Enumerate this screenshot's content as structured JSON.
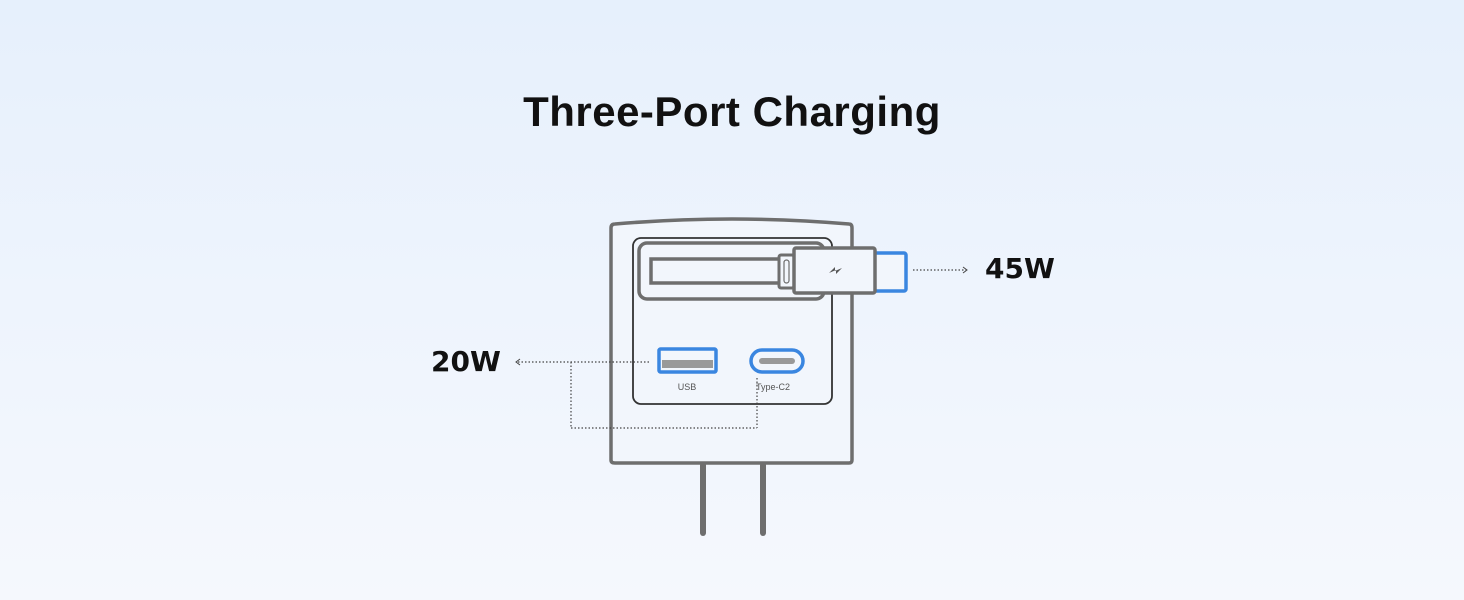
{
  "title": "Three-Port Charging",
  "ports": [
    {
      "label": "",
      "power": "45W",
      "color": "#3a86e0"
    },
    {
      "label": "USB",
      "power": "20W",
      "color": "#3a86e0"
    },
    {
      "label": "Type-C2",
      "power": "",
      "color": "#3a86e0"
    }
  ],
  "icons": [
    "lightning-icon"
  ]
}
